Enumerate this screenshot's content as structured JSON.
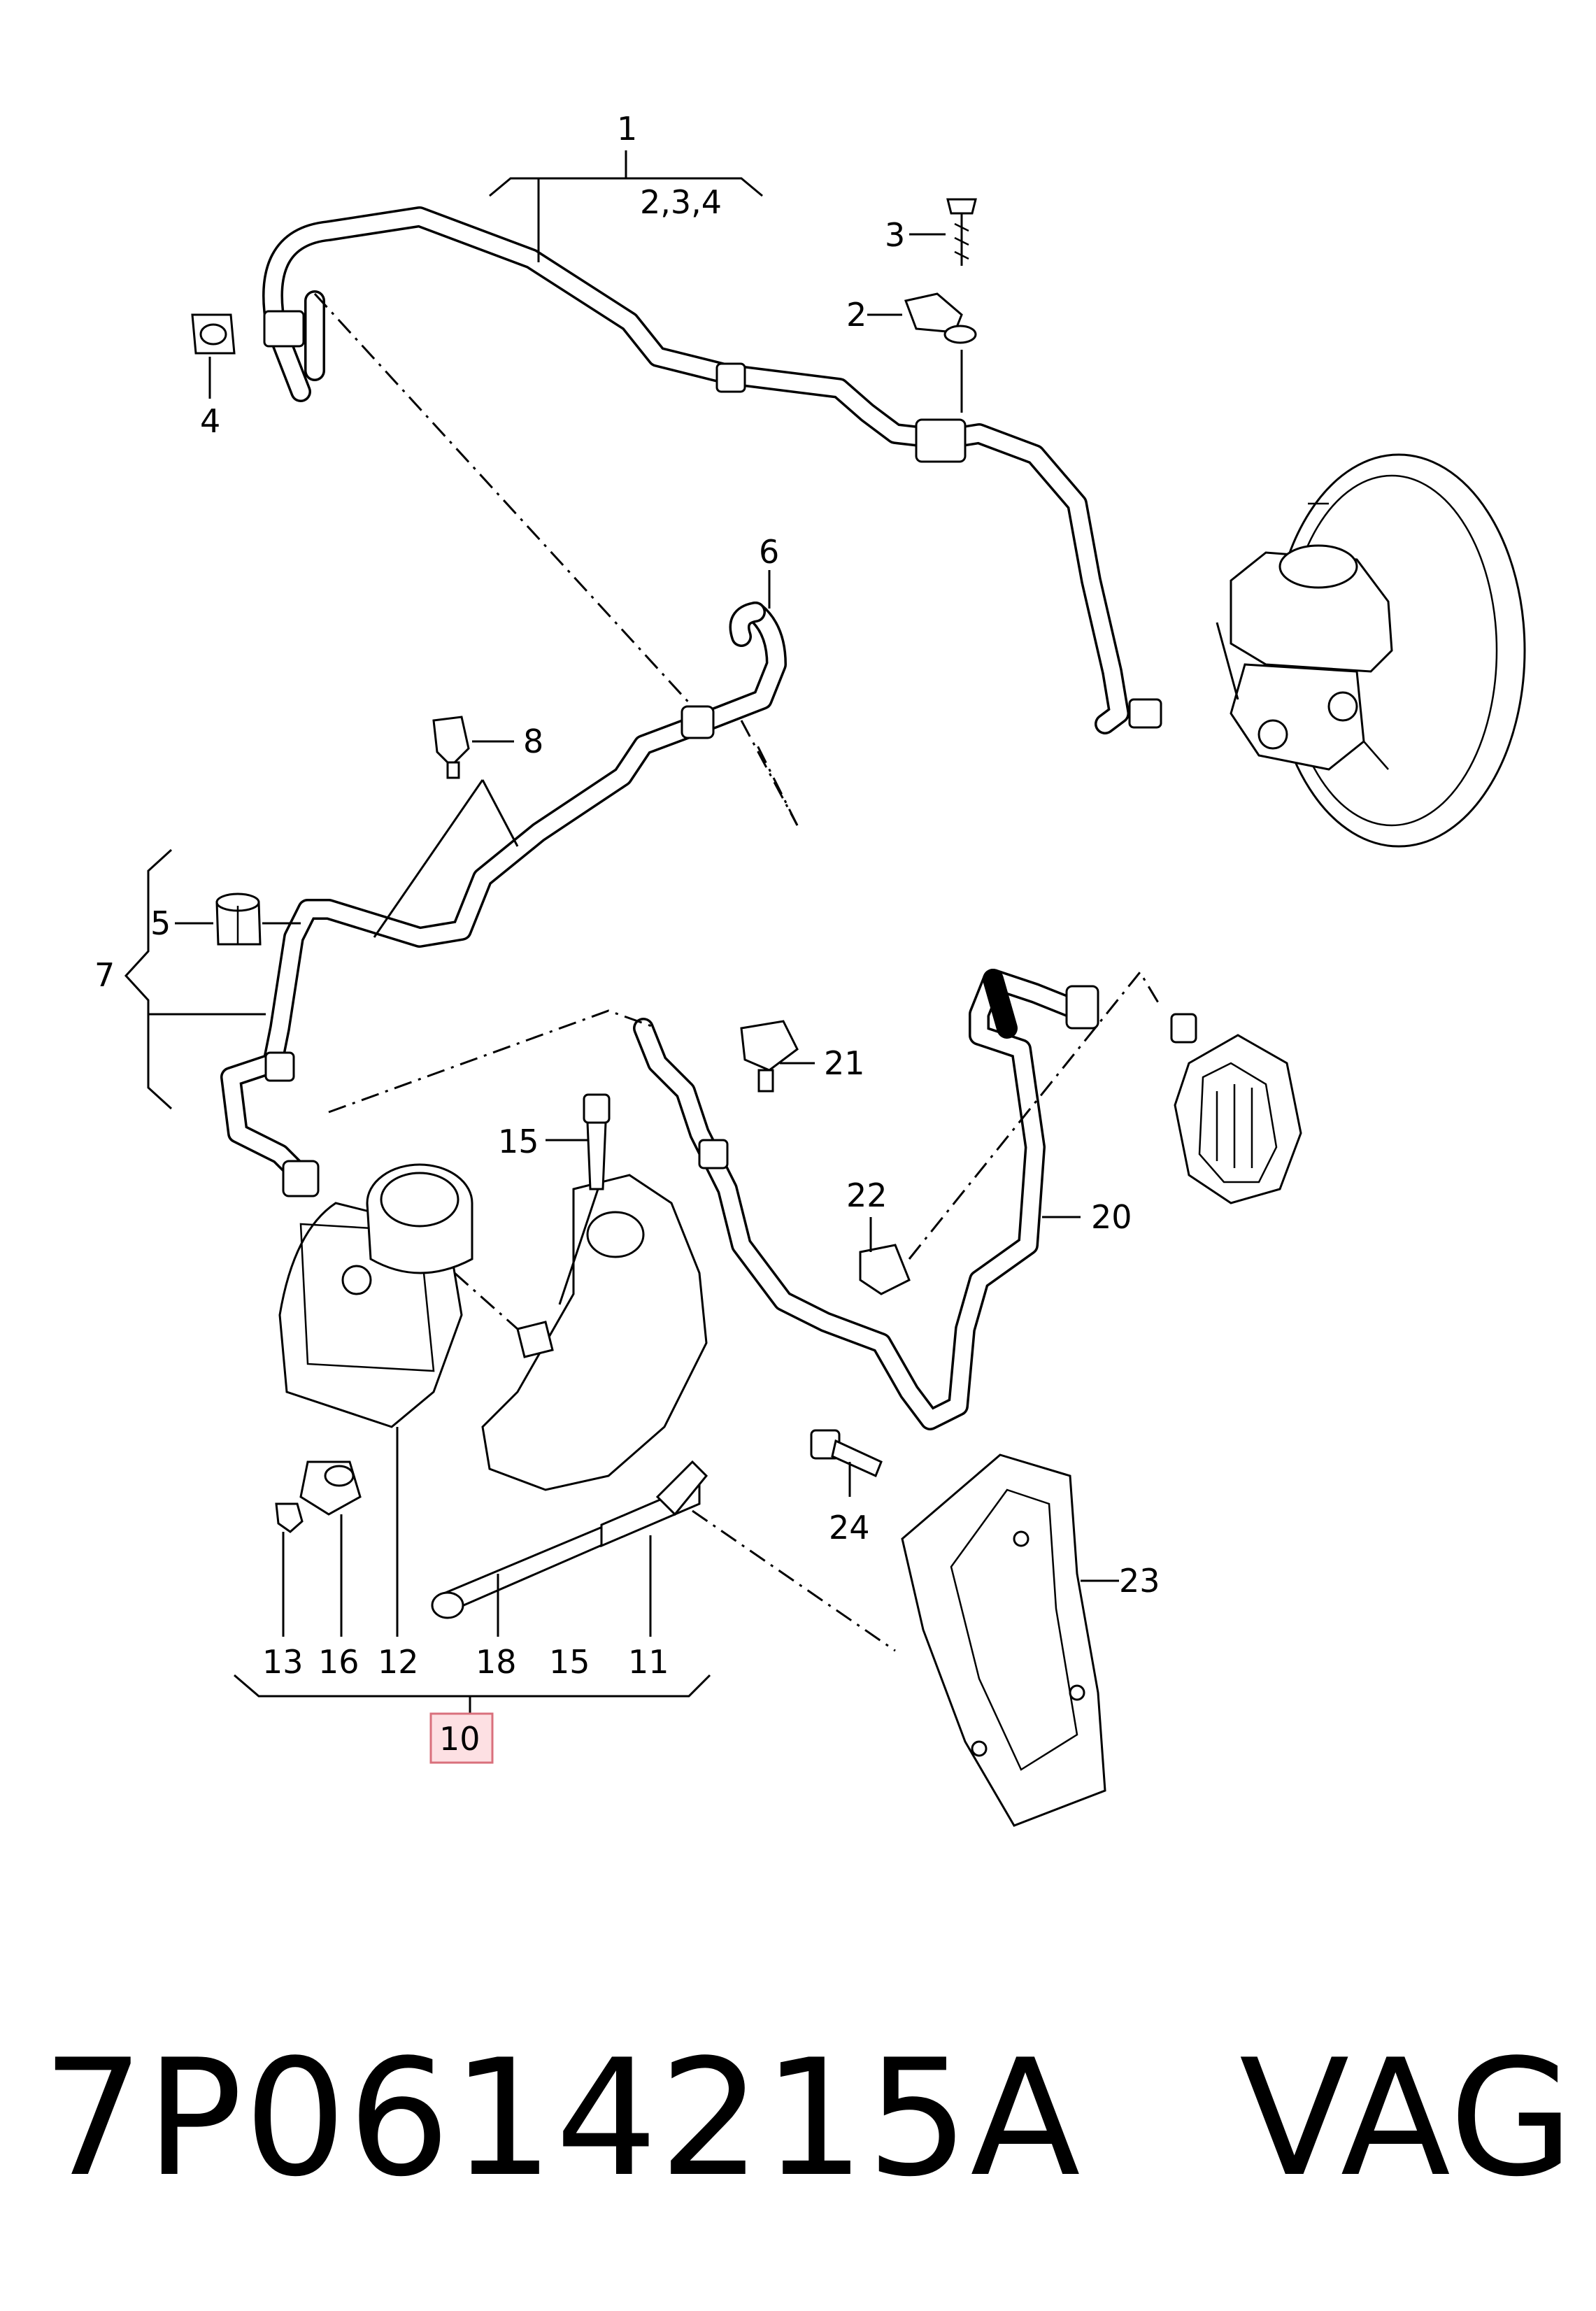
{
  "callouts": {
    "c1": "1",
    "c1_sub": "2,3,4",
    "c2": "2",
    "c3": "3",
    "c4": "4",
    "c5": "5",
    "c6": "6",
    "c7": "7",
    "c8": "8",
    "c10": "10",
    "c11": "11",
    "c12": "12",
    "c13": "13",
    "c15a": "15",
    "c15b": "15",
    "c16": "16",
    "c18": "18",
    "c20": "20",
    "c21": "21",
    "c22": "22",
    "c23": "23",
    "c24": "24"
  },
  "highlight_color": "#fde0e3",
  "highlight_border": "#d9707c",
  "footer": {
    "part_number": "7P0614215A",
    "brand": "VAG"
  }
}
